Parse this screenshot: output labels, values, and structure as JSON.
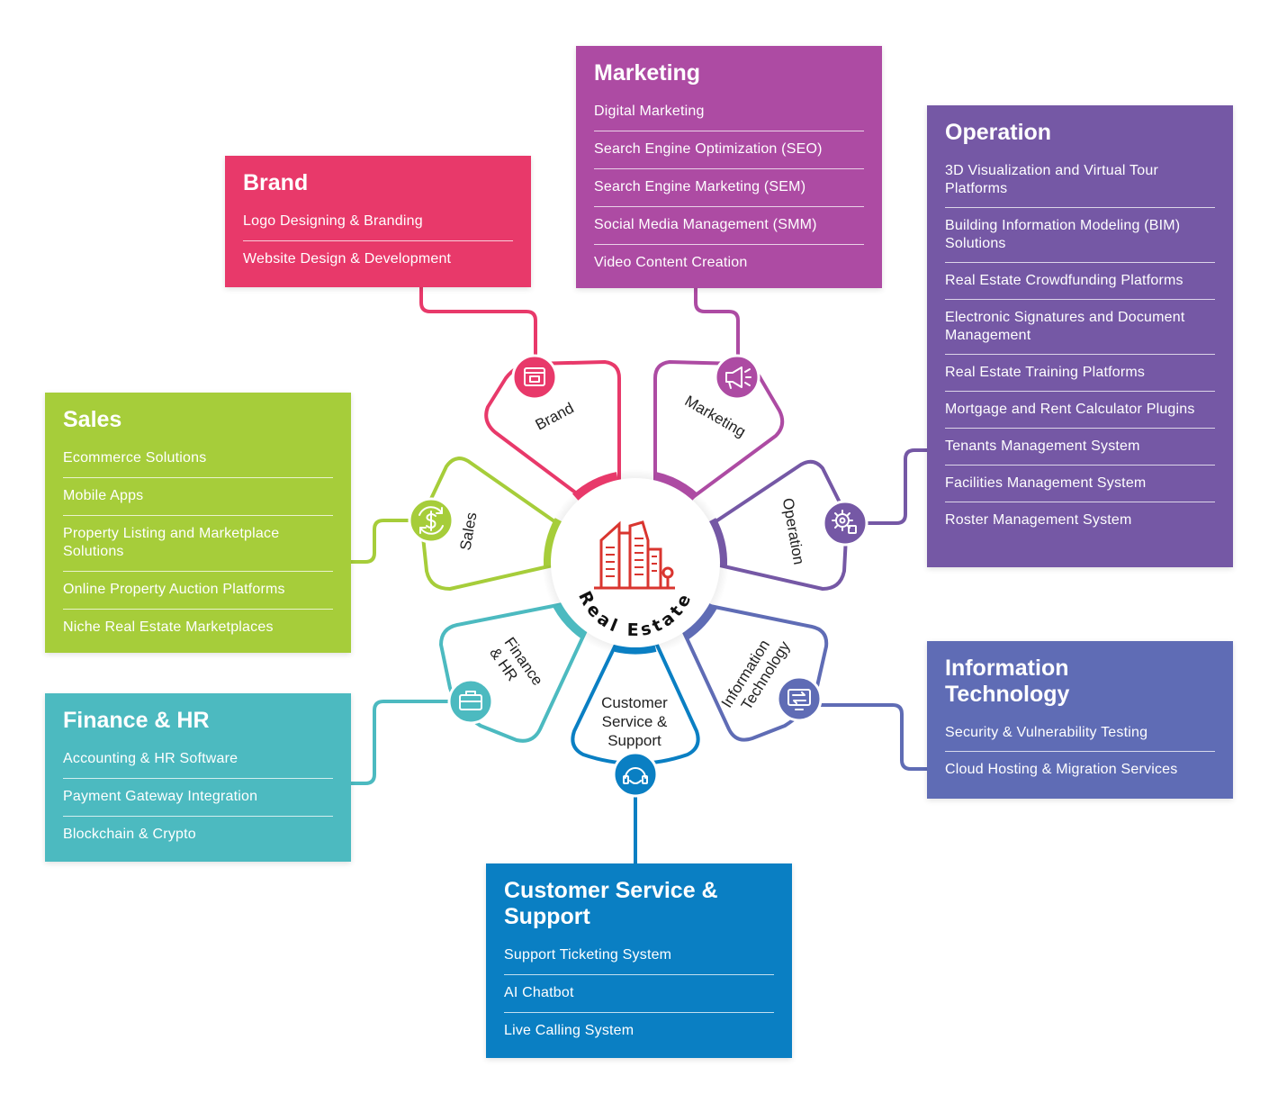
{
  "center": {
    "label": "Real Estate"
  },
  "colors": {
    "brand": "#e8396a",
    "marketing": "#ad4ba3",
    "operation": "#7558a5",
    "sales": "#a6cd3a",
    "finance": "#4cbac0",
    "it": "#5f6cb5",
    "cs": "#0a7fc3",
    "building": "#d9352f"
  },
  "petals": {
    "brand": "Brand",
    "marketing": "Marketing",
    "operation": "Operation",
    "sales": "Sales",
    "finance_line1": "Finance",
    "finance_line2": "& HR",
    "it_line1": "Information",
    "it_line2": "Technology",
    "cs_line1": "Customer",
    "cs_line2": "Service &",
    "cs_line3": "Support"
  },
  "icons": {
    "brand": "browser-window-icon",
    "marketing": "megaphone-icon",
    "operation": "gear-icon",
    "sales": "dollar-cycle-icon",
    "finance": "briefcase-icon",
    "it": "monitor-icon",
    "cs": "headset-icon",
    "center": "building-icon"
  },
  "cards": {
    "brand": {
      "title": "Brand",
      "items": [
        "Logo Designing & Branding",
        "Website Design & Development"
      ]
    },
    "marketing": {
      "title": "Marketing",
      "items": [
        "Digital Marketing",
        "Search Engine Optimization (SEO)",
        "Search Engine Marketing (SEM)",
        "Social Media Management (SMM)",
        "Video Content Creation"
      ]
    },
    "operation": {
      "title": "Operation",
      "items": [
        "3D Visualization and Virtual Tour Platforms",
        "Building Information Modeling (BIM) Solutions",
        "Real Estate Crowdfunding Platforms",
        "Electronic Signatures and Document Management",
        "Real Estate Training Platforms",
        "Mortgage and Rent Calculator Plugins",
        "Tenants Management System",
        "Facilities Management System",
        "Roster Management System"
      ]
    },
    "sales": {
      "title": "Sales",
      "items": [
        "Ecommerce Solutions",
        "Mobile Apps",
        "Property Listing and Marketplace Solutions",
        "Online Property Auction Platforms",
        "Niche Real Estate Marketplaces"
      ]
    },
    "finance": {
      "title": "Finance & HR",
      "items": [
        "Accounting & HR Software",
        "Payment Gateway Integration",
        "Blockchain & Crypto"
      ]
    },
    "it": {
      "title": "Information Technology",
      "items": [
        "Security & Vulnerability Testing",
        "Cloud Hosting & Migration Services"
      ]
    },
    "cs": {
      "title": "Customer Service & Support",
      "items": [
        "Support Ticketing System",
        "AI Chatbot",
        "Live Calling System"
      ]
    }
  }
}
